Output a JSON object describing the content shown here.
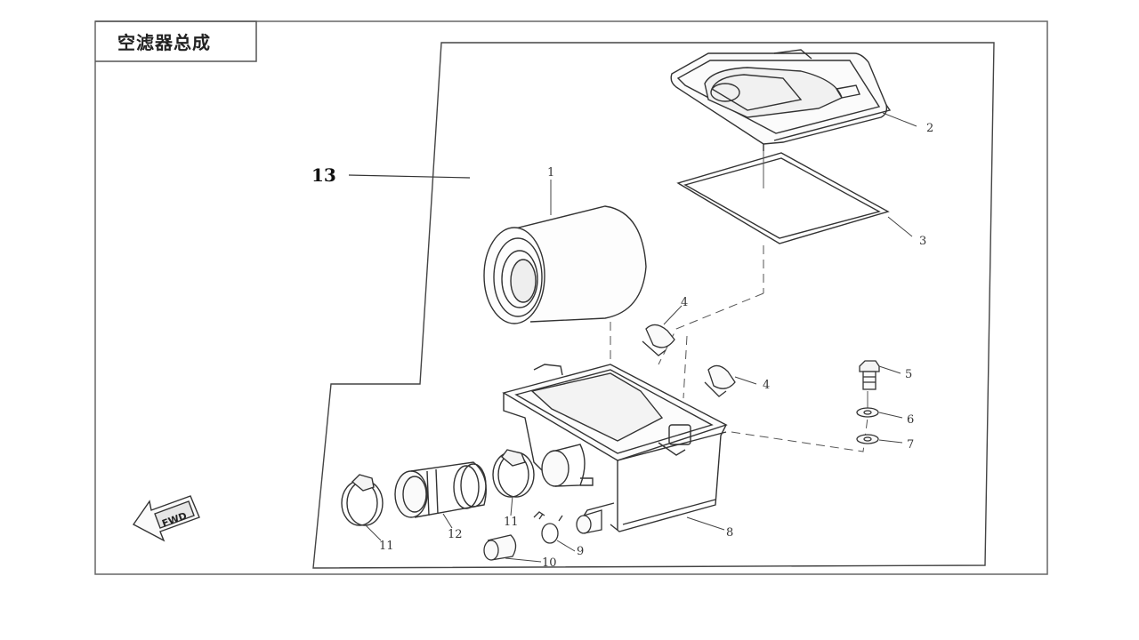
{
  "title": "空滤器总成",
  "assembly_label": "13",
  "direction_label": "FWD",
  "callouts": {
    "p1": "1",
    "p2": "2",
    "p3": "3",
    "p4a": "4",
    "p4b": "4",
    "p5": "5",
    "p6": "6",
    "p7": "7",
    "p8": "8",
    "p9": "9",
    "p10": "10",
    "p11a": "11",
    "p11b": "11",
    "p12": "12"
  }
}
